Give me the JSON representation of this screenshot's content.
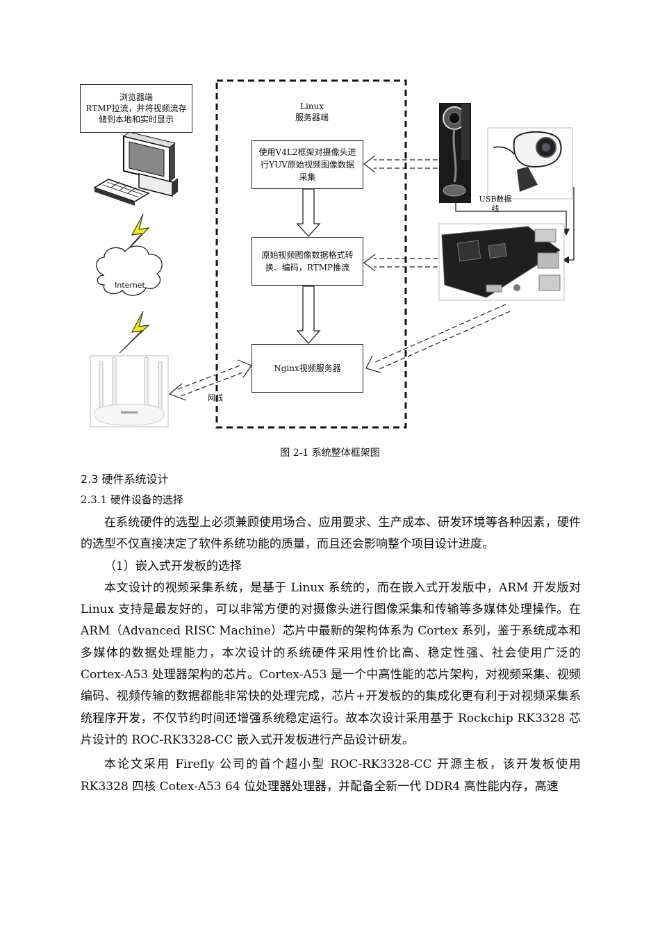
{
  "figure": {
    "browser_box": "浏览器端\nRTMP拉流，并将视频流存储到本地和实时显示",
    "server_title_1": "Linux",
    "server_title_2": "服务器端",
    "capture_box": "使用V4L2框架对摄像头进行YUV原始视频图像数据采集",
    "convert_box": "原始视频图像数据格式转换、编码，RTMP推流",
    "nginx_box": "Nginx视频服务器",
    "internet_label": "Internet",
    "usb_label": "USB数据\n线",
    "network_label": "网线",
    "caption": "图 2-1 系统整体框架图"
  },
  "section": {
    "heading": "2.3 硬件系统设计",
    "subheading": "2.3.1 硬件设备的选择",
    "p1": "在系统硬件的选型上必须兼顾使用场合、应用要求、生产成本、研发环境等各种因素，硬件的选型不仅直接决定了软件系统功能的质量，而且还会影响整个项目设计进度。",
    "p2": "（1）嵌入式开发板的选择",
    "p3": "本文设计的视频采集系统，是基于 Linux 系统的，而在嵌入式开发版中，ARM 开发版对 Linux 支持是最友好的，可以非常方便的对摄像头进行图像采集和传输等多媒体处理操作。在 ARM（Advanced RISC Machine）芯片中最新的架构体系为 Cortex 系列，鉴于系统成本和多媒体的数据处理能力，本次设计的系统硬件采用性价比高、稳定性强、社会使用广泛的 Cortex-A53 处理器架构的芯片。Cortex-A53 是一个中高性能的芯片架构，对视频采集、视频编码、视频传输的数据都能非常快的处理完成，芯片+开发板的的集成化更有利于对视频采集系统程序开发，不仅节约时间还增强系统稳定运行。故本次设计采用基于 Rockchip RK3328 芯片设计的 ROC-RK3328-CC 嵌入式开发板进行产品设计研发。",
    "p4": "本论文采用 Firefly 公司的首个超小型 ROC-RK3328-CC 开源主板，该开发板使用 RK3328 四核 Cotex-A53 64 位处理器处理器，并配备全新一代 DDR4 高性能内存，高速"
  }
}
